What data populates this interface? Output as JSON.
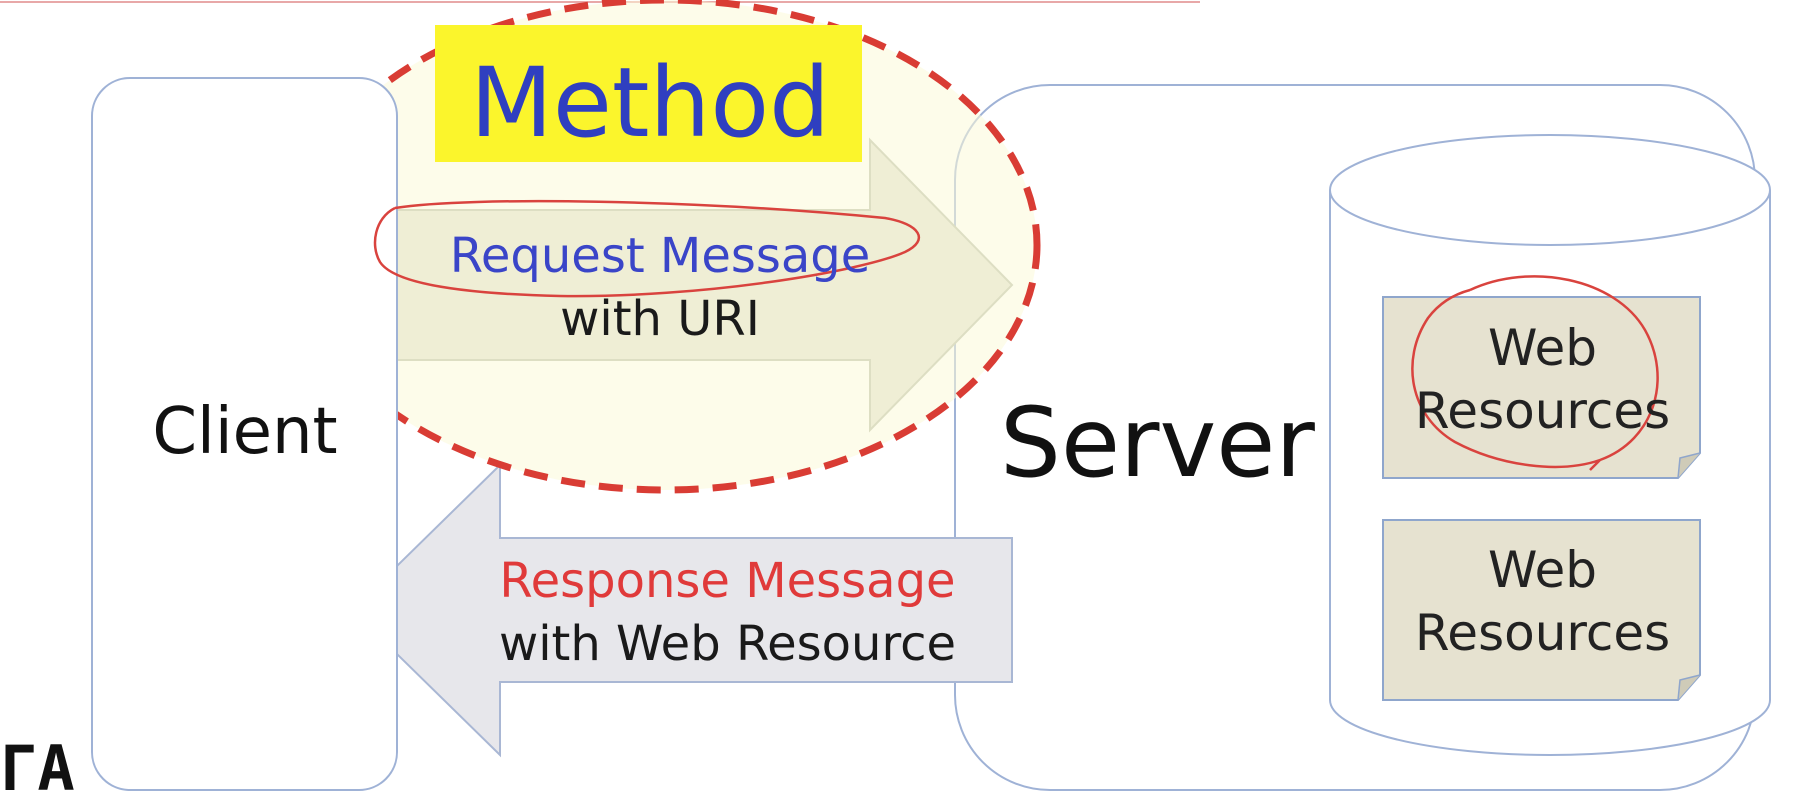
{
  "diagram": {
    "method_label": "Method",
    "client_label": "Client",
    "server_label": "Server",
    "request": {
      "line1": "Request Message",
      "line2": "with URI"
    },
    "response": {
      "line1": "Response Message",
      "line2": "with Web Resource"
    },
    "resources": [
      {
        "line1": "Web",
        "line2": "Resources"
      },
      {
        "line1": "Web",
        "line2": "Resources"
      }
    ],
    "watermark": "ΓA"
  },
  "colors": {
    "highlight_yellow": "#fbf52c",
    "ellipse_fill": "#fbf9d8",
    "dashed_outline": "#d93c34",
    "arrow_fill": "#e0dfd1",
    "response_arrow_fill": "#e7e7eb",
    "box_stroke": "#9fb2d6",
    "method_text": "#2f3fc0",
    "request_text": "#3a45c8",
    "response_text": "#e03a3a",
    "annotation_red": "#d9433e"
  }
}
